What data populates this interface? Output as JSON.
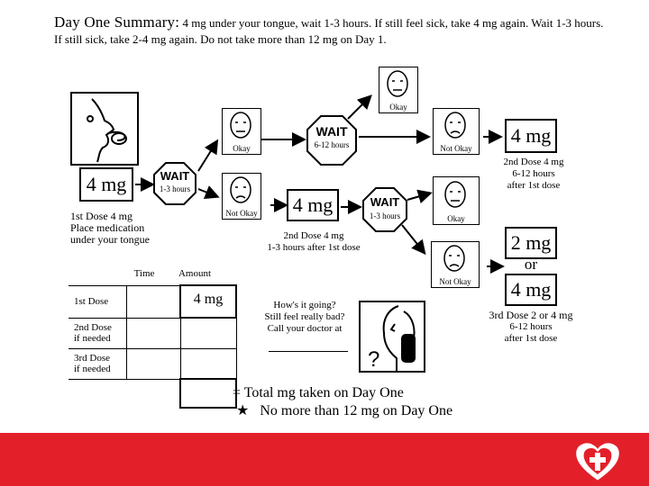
{
  "title": {
    "lead": "Day One Summary:",
    "text": "4 mg under your tongue, wait 1-3 hours. If still feel sick, take 4 mg again. Wait 1-3 hours. If still sick, take 2-4 mg again. Do not take more than 12 mg on Day 1."
  },
  "first_dose": {
    "amount": "4 mg",
    "caption_line1": "1st Dose 4 mg",
    "caption_line2": "Place medication",
    "caption_line3": "under your tongue"
  },
  "wait_1": {
    "word": "WAIT",
    "time": "1-3 hours"
  },
  "wait_2": {
    "word": "WAIT",
    "time": "6-12 hours"
  },
  "wait_3": {
    "word": "WAIT",
    "time": "1-3 hours"
  },
  "faces": {
    "okay_1": "Okay",
    "not_okay_1": "Not Okay",
    "okay_top": "Okay",
    "not_okay_top": "Not Okay",
    "okay_mid": "Okay",
    "not_okay_low": "Not Okay"
  },
  "second_dose_main": {
    "amount": "4 mg",
    "caption_line1": "2nd Dose 4 mg",
    "caption_line2": "1-3 hours after 1st dose"
  },
  "second_dose_top": {
    "amount": "4 mg",
    "caption_line1": "2nd Dose 4 mg",
    "caption_line2": "6-12 hours",
    "caption_line3": "after 1st dose"
  },
  "third_dose": {
    "amount_a": "2 mg",
    "or": "or",
    "amount_b": "4 mg",
    "caption_line1": "3rd Dose 2 or 4 mg",
    "caption_line2": "6-12 hours",
    "caption_line3": "after 1st dose"
  },
  "table": {
    "col_time": "Time",
    "col_amount": "Amount",
    "rows": [
      {
        "label_line1": "1st Dose",
        "label_line2": "",
        "amount": "4 mg"
      },
      {
        "label_line1": "2nd Dose",
        "label_line2": "if needed",
        "amount": ""
      },
      {
        "label_line1": "3rd Dose",
        "label_line2": "if needed",
        "amount": ""
      }
    ],
    "total_label": "= Total mg taken on Day One",
    "max_label": "No more than 12 mg on Day One",
    "star": "★"
  },
  "help": {
    "line1": "How's it going?",
    "line2": "Still feel really bad?",
    "line3": "Call your doctor at",
    "question": "?"
  },
  "colors": {
    "footer": "#e3202a",
    "ink": "#000000"
  }
}
